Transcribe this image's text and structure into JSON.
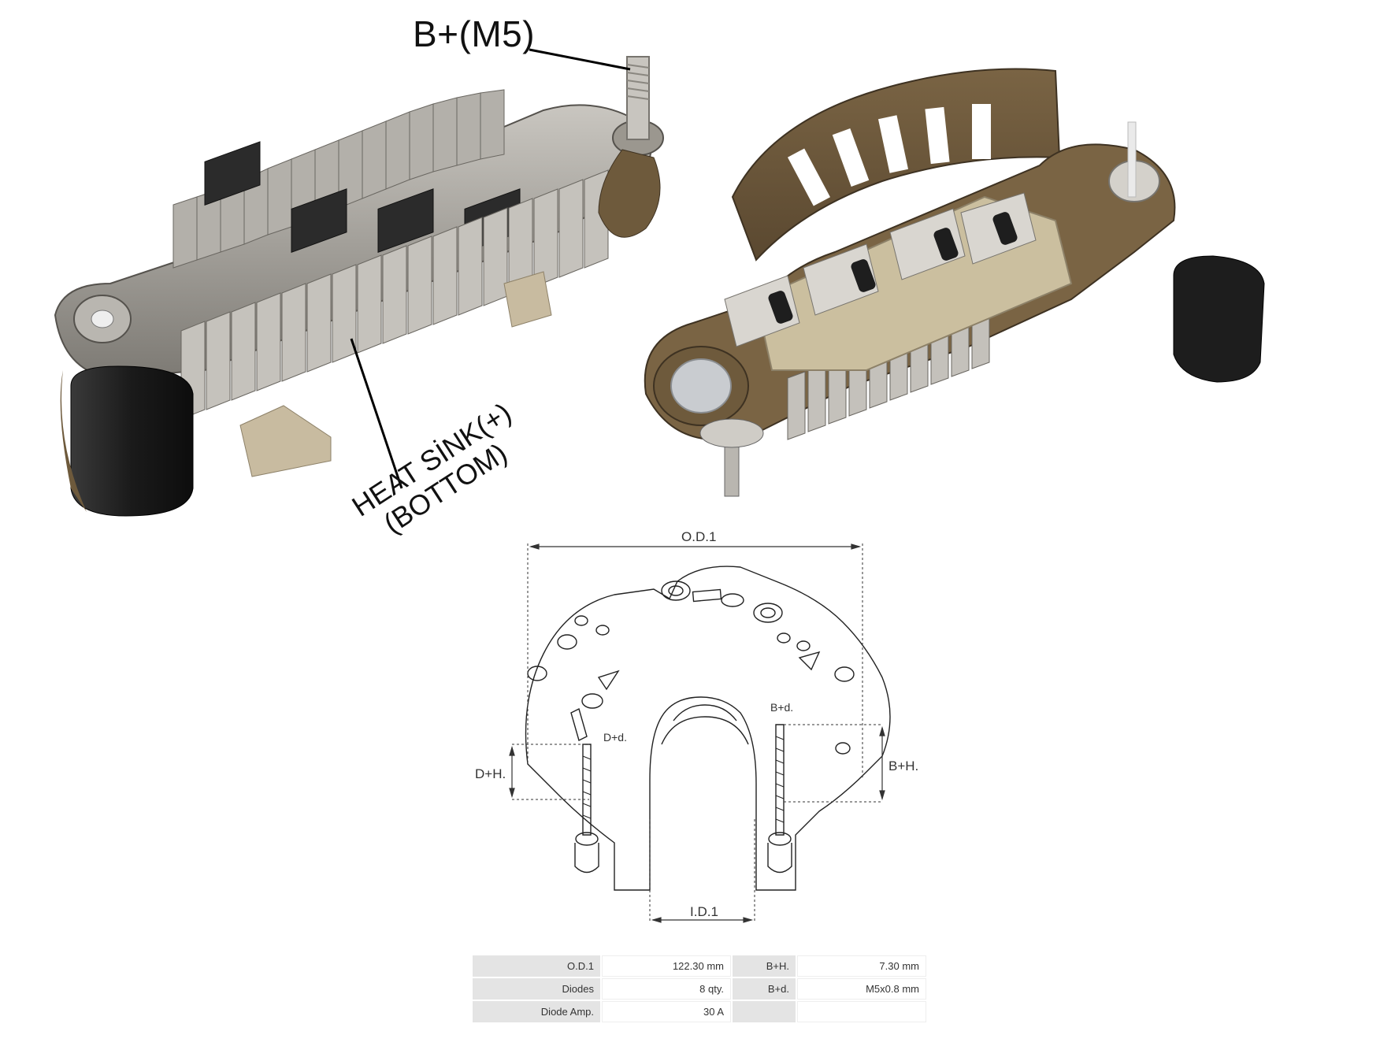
{
  "callouts": {
    "b_plus": "B+(M5)",
    "heat_sink_line1": "HEAT SİNK(+)",
    "heat_sink_line2": "(BOTTOM)"
  },
  "drawing": {
    "od": "O.D.1",
    "id": "I.D.1",
    "b_plus_h": "B+H.",
    "d_plus_h": "D+H.",
    "b_plus_d": "B+d.",
    "d_plus_d": "D+d."
  },
  "specs": {
    "rows": [
      [
        {
          "k": "O.D.1",
          "v": "122.30 mm"
        },
        {
          "k": "B+H.",
          "v": "7.30 mm"
        }
      ],
      [
        {
          "k": "Diodes",
          "v": "8 qty."
        },
        {
          "k": "B+d.",
          "v": "M5x0.8 mm"
        }
      ],
      [
        {
          "k": "Diode Amp.",
          "v": "30 A"
        },
        {
          "k": "",
          "v": ""
        }
      ]
    ]
  },
  "colors": {
    "metal": "#a7a49e",
    "metal_dark": "#6f6c66",
    "bracket": "#6e5a3c",
    "insulator": "#c8bba0",
    "rubber": "#1f1f1f"
  }
}
